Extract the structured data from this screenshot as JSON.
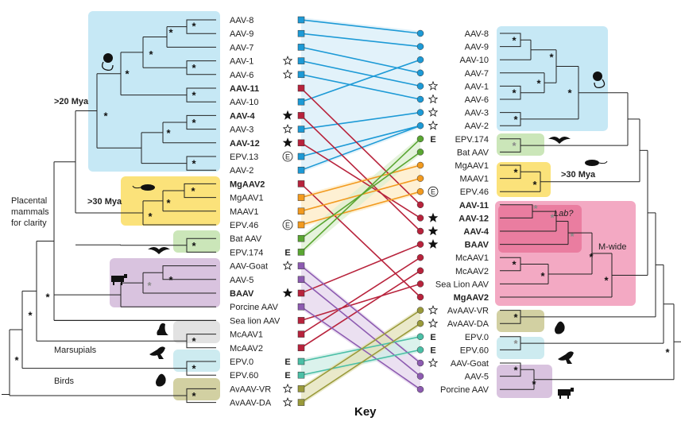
{
  "left_taxa": [
    {
      "label": "AAV-8",
      "bold": false,
      "marker": ""
    },
    {
      "label": "AAV-9",
      "bold": false,
      "marker": ""
    },
    {
      "label": "AAV-7",
      "bold": false,
      "marker": ""
    },
    {
      "label": "AAV-1",
      "bold": false,
      "marker": "open-star"
    },
    {
      "label": "AAV-6",
      "bold": false,
      "marker": "open-star"
    },
    {
      "label": "AAV-11",
      "bold": true,
      "marker": ""
    },
    {
      "label": "AAV-10",
      "bold": false,
      "marker": ""
    },
    {
      "label": "AAV-4",
      "bold": true,
      "marker": "filled-star"
    },
    {
      "label": "AAV-3",
      "bold": false,
      "marker": "open-star"
    },
    {
      "label": "AAV-12",
      "bold": true,
      "marker": "filled-star"
    },
    {
      "label": "EPV.13",
      "bold": false,
      "marker": "circled-E"
    },
    {
      "label": "AAV-2",
      "bold": false,
      "marker": ""
    },
    {
      "label": "MgAAV2",
      "bold": true,
      "marker": ""
    },
    {
      "label": "MgAAV1",
      "bold": false,
      "marker": ""
    },
    {
      "label": "MAAV1",
      "bold": false,
      "marker": ""
    },
    {
      "label": "EPV.46",
      "bold": false,
      "marker": "circled-E"
    },
    {
      "label": "Bat AAV",
      "bold": false,
      "marker": ""
    },
    {
      "label": "EPV.174",
      "bold": false,
      "marker": "E"
    },
    {
      "label": "AAV-Goat",
      "bold": false,
      "marker": "open-star"
    },
    {
      "label": "AAV-5",
      "bold": false,
      "marker": ""
    },
    {
      "label": "BAAV",
      "bold": true,
      "marker": "filled-star"
    },
    {
      "label": "Porcine AAV",
      "bold": false,
      "marker": ""
    },
    {
      "label": "Sea lion AAV",
      "bold": false,
      "marker": ""
    },
    {
      "label": "McAAV1",
      "bold": false,
      "marker": ""
    },
    {
      "label": "McAAV2",
      "bold": false,
      "marker": ""
    },
    {
      "label": "EPV.0",
      "bold": false,
      "marker": "E"
    },
    {
      "label": "EPV.60",
      "bold": false,
      "marker": "E"
    },
    {
      "label": "AvAAV-VR",
      "bold": false,
      "marker": "open-star"
    },
    {
      "label": "AvAAV-DA",
      "bold": false,
      "marker": "open-star"
    }
  ],
  "right_taxa": [
    {
      "label": "AAV-8",
      "bold": false,
      "marker": ""
    },
    {
      "label": "AAV-9",
      "bold": false,
      "marker": ""
    },
    {
      "label": "AAV-10",
      "bold": false,
      "marker": ""
    },
    {
      "label": "AAV-7",
      "bold": false,
      "marker": ""
    },
    {
      "label": "AAV-1",
      "bold": false,
      "marker": "open-star"
    },
    {
      "label": "AAV-6",
      "bold": false,
      "marker": "open-star"
    },
    {
      "label": "AAV-3",
      "bold": false,
      "marker": "open-star"
    },
    {
      "label": "AAV-2",
      "bold": false,
      "marker": "open-star"
    },
    {
      "label": "EPV.174",
      "bold": false,
      "marker": "E"
    },
    {
      "label": "Bat AAV",
      "bold": false,
      "marker": ""
    },
    {
      "label": "MgAAV1",
      "bold": false,
      "marker": ""
    },
    {
      "label": "MAAV1",
      "bold": false,
      "marker": ""
    },
    {
      "label": "EPV.46",
      "bold": false,
      "marker": "circled-E"
    },
    {
      "label": "AAV-11",
      "bold": true,
      "marker": ""
    },
    {
      "label": "AAV-12",
      "bold": true,
      "marker": "filled-star"
    },
    {
      "label": "AAV-4",
      "bold": true,
      "marker": "filled-star"
    },
    {
      "label": "BAAV",
      "bold": true,
      "marker": "filled-star"
    },
    {
      "label": "McAAV1",
      "bold": false,
      "marker": ""
    },
    {
      "label": "McAAV2",
      "bold": false,
      "marker": ""
    },
    {
      "label": "Sea Lion AAV",
      "bold": false,
      "marker": ""
    },
    {
      "label": "MgAAV2",
      "bold": true,
      "marker": ""
    },
    {
      "label": "AvAAV-VR",
      "bold": false,
      "marker": "open-star"
    },
    {
      "label": "AvAAV-DA",
      "bold": false,
      "marker": "open-star"
    },
    {
      "label": "EPV.0",
      "bold": false,
      "marker": "E"
    },
    {
      "label": "EPV.60",
      "bold": false,
      "marker": "E"
    },
    {
      "label": "AAV-Goat",
      "bold": false,
      "marker": "open-star"
    },
    {
      "label": "AAV-5",
      "bold": false,
      "marker": ""
    },
    {
      "label": "Porcine AAV",
      "bold": false,
      "marker": ""
    }
  ],
  "links": [
    {
      "left": "AAV-8",
      "right": "AAV-8",
      "color": "blue"
    },
    {
      "left": "AAV-9",
      "right": "AAV-9",
      "color": "blue"
    },
    {
      "left": "AAV-7",
      "right": "AAV-7",
      "color": "blue"
    },
    {
      "left": "AAV-1",
      "right": "AAV-1",
      "color": "blue"
    },
    {
      "left": "AAV-6",
      "right": "AAV-6",
      "color": "blue"
    },
    {
      "left": "AAV-10",
      "right": "AAV-10",
      "color": "blue"
    },
    {
      "left": "AAV-3",
      "right": "AAV-3",
      "color": "blue"
    },
    {
      "left": "AAV-2",
      "right": "AAV-2",
      "color": "blue"
    },
    {
      "left": "EPV.13",
      "right": "AAV-2",
      "color": "blue"
    },
    {
      "left": "AAV-11",
      "right": "AAV-11",
      "color": "red"
    },
    {
      "left": "AAV-4",
      "right": "AAV-4",
      "color": "red"
    },
    {
      "left": "AAV-12",
      "right": "AAV-12",
      "color": "red"
    },
    {
      "left": "MgAAV2",
      "right": "MgAAV2",
      "color": "red"
    },
    {
      "left": "BAAV",
      "right": "BAAV",
      "color": "red"
    },
    {
      "left": "Sea lion AAV",
      "right": "Sea Lion AAV",
      "color": "red"
    },
    {
      "left": "McAAV1",
      "right": "McAAV1",
      "color": "red"
    },
    {
      "left": "McAAV2",
      "right": "McAAV2",
      "color": "red"
    },
    {
      "left": "MgAAV1",
      "right": "MgAAV1",
      "color": "orange"
    },
    {
      "left": "MAAV1",
      "right": "MAAV1",
      "color": "orange"
    },
    {
      "left": "EPV.46",
      "right": "EPV.46",
      "color": "orange"
    },
    {
      "left": "Bat AAV",
      "right": "Bat AAV",
      "color": "green"
    },
    {
      "left": "EPV.174",
      "right": "EPV.174",
      "color": "green"
    },
    {
      "left": "AAV-Goat",
      "right": "AAV-Goat",
      "color": "purple"
    },
    {
      "left": "AAV-5",
      "right": "AAV-5",
      "color": "purple"
    },
    {
      "left": "Porcine AAV",
      "right": "Porcine AAV",
      "color": "purple"
    },
    {
      "left": "EPV.0",
      "right": "EPV.0",
      "color": "teal"
    },
    {
      "left": "EPV.60",
      "right": "EPV.60",
      "color": "teal"
    },
    {
      "left": "AvAAV-VR",
      "right": "AvAAV-VR",
      "color": "olive"
    },
    {
      "left": "AvAAV-DA",
      "right": "AvAAV-DA",
      "color": "olive"
    }
  ],
  "colors": {
    "blue": "#1d9ad6",
    "red": "#b8233c",
    "orange": "#f29a1f",
    "green": "#5aa632",
    "purple": "#8d5bb1",
    "teal": "#4bbfa6",
    "olive": "#9a9a3a",
    "gray": "#8a8a8a",
    "box_blue": "#c6e8f5",
    "box_yellow": "#fbe27a",
    "box_green": "#cbe6b9",
    "box_purple": "#d9c3df",
    "box_gray": "#e2e2e2",
    "box_cyan": "#cdebf0",
    "box_olive": "#d2d0a2",
    "box_pink": "#f3a9c3",
    "box_pink_dark": "#ea7da0",
    "band_blue": "#d8eef8",
    "band_orange": "#fdebc4",
    "band_green": "#dcefd0",
    "band_purple": "#e4d6ec",
    "band_olive": "#e3e2b8",
    "band_teal": "#cfeee6"
  },
  "annotations": {
    "mya20": ">20 Mya",
    "mya30_left": ">30 Mya",
    "mya30_right": ">30 Mya",
    "placental": [
      "Placental",
      "mammals",
      "for clarity"
    ],
    "marsupials": "Marsupials",
    "birds": "Birds",
    "lab": "Lab?",
    "mwide": "M-wide",
    "key": "Key",
    "asterisk": "*",
    "e_mark": "E"
  }
}
